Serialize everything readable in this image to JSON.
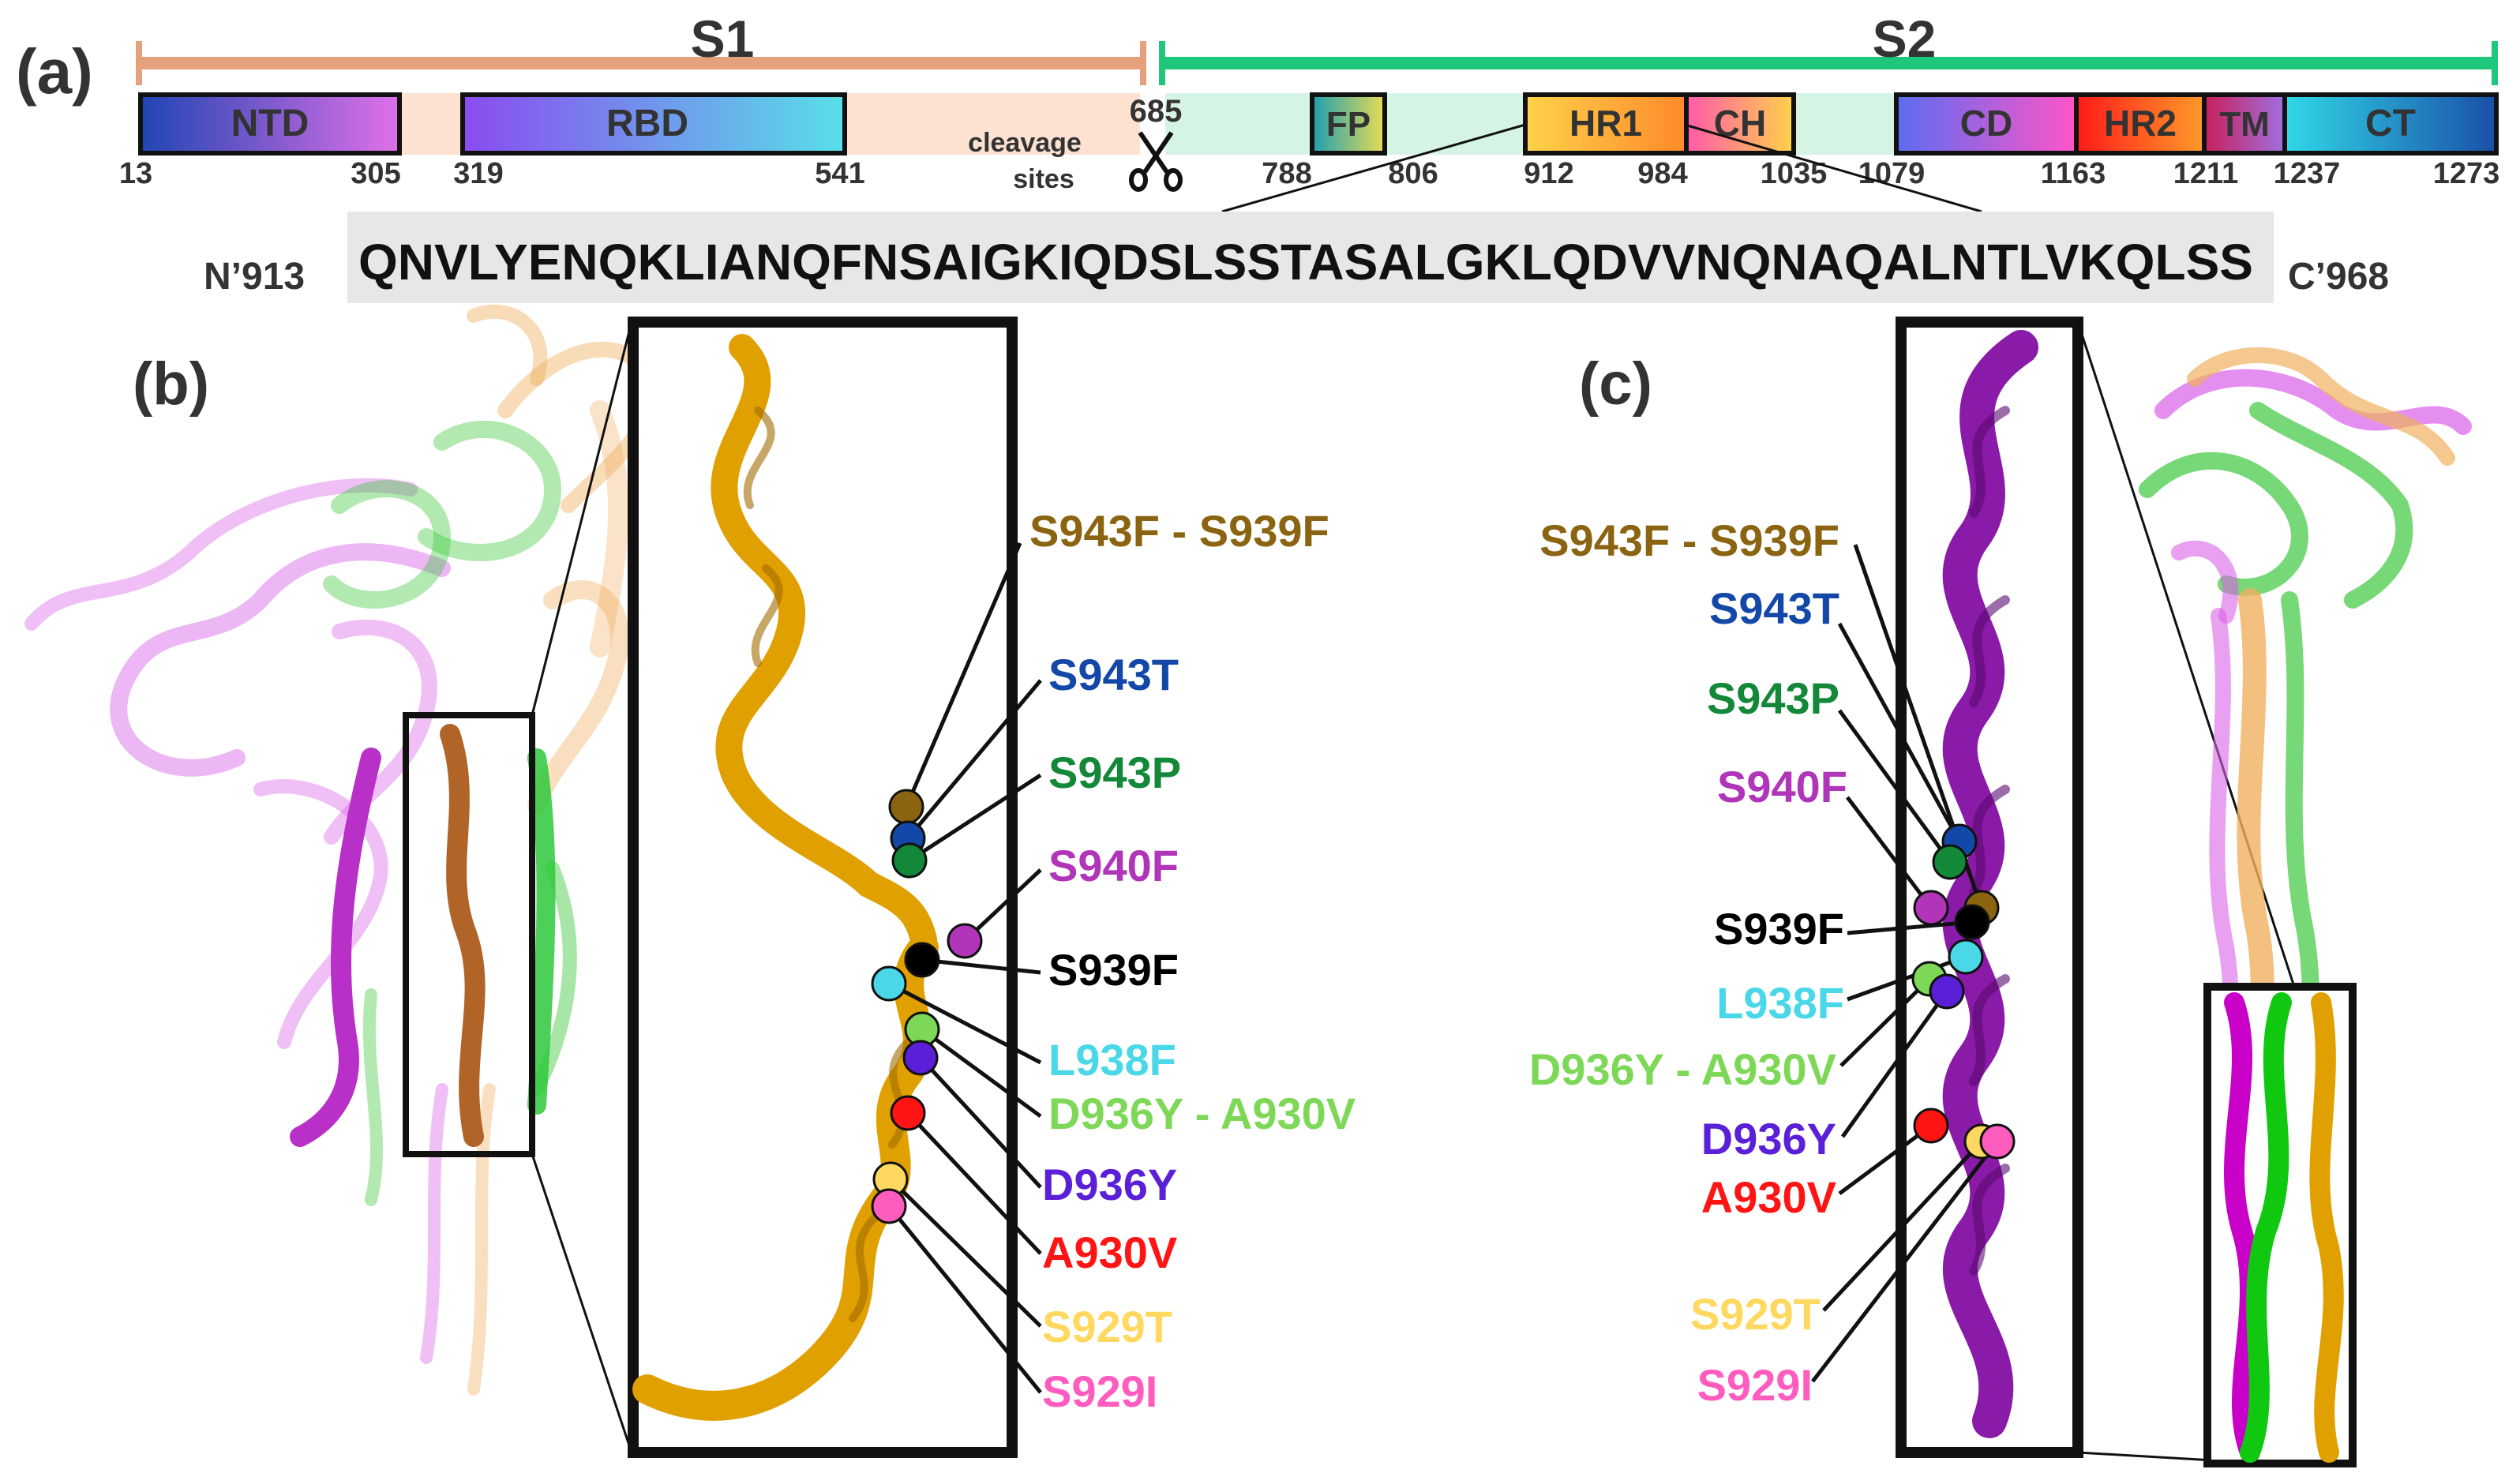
{
  "panels": {
    "a": "(a)",
    "b": "(b)",
    "c": "(c)"
  },
  "subunits": {
    "s1": "S1",
    "s2": "S2"
  },
  "domains": [
    {
      "id": "ntd",
      "label": "NTD",
      "start": "13",
      "end": "305",
      "c1": "#2045b4",
      "c2": "#e070e8"
    },
    {
      "id": "rbd",
      "label": "RBD",
      "start": "319",
      "end": "541",
      "c1": "#8a4bf0",
      "c2": "#58e0e8"
    },
    {
      "id": "fp",
      "label": "FP",
      "start": "788",
      "end": "806",
      "c1": "#1e9fb0",
      "c2": "#e8dc55"
    },
    {
      "id": "hr1",
      "label": "HR1",
      "start": "912",
      "end": "984",
      "c1": "#ffd24a",
      "c2": "#ff8a2a"
    },
    {
      "id": "ch",
      "label": "CH",
      "start": "",
      "end": "1035",
      "c1": "#ff5aa8",
      "c2": "#ffd24a"
    },
    {
      "id": "cd",
      "label": "CD",
      "start": "1079",
      "end": "1163",
      "c1": "#5b6df0",
      "c2": "#ff55c8"
    },
    {
      "id": "hr2",
      "label": "HR2",
      "start": "",
      "end": "1211",
      "c1": "#ff1a1a",
      "c2": "#ff9a2a"
    },
    {
      "id": "tm",
      "label": "TM",
      "start": "",
      "end": "1237",
      "c1": "#c8205a",
      "c2": "#a070e0"
    },
    {
      "id": "ct",
      "label": "CT",
      "start": "",
      "end": "1273",
      "c1": "#30d8e8",
      "c2": "#1a4fa8"
    }
  ],
  "cleavage": {
    "position": "685",
    "label_line1": "cleavage",
    "label_line2": "sites"
  },
  "sequence": {
    "n_term": "N’913",
    "c_term": "C’968",
    "residues": "QNVLYENQKLIANQFNSAIGKIQDSLSSTASALGKLQDVVNQNAQALNTLVKQLSS"
  },
  "mutations_b": [
    {
      "id": "m1",
      "label": "S943F - S939F",
      "color": "#8a6410"
    },
    {
      "id": "m2",
      "label": "S943T",
      "color": "#1448a8"
    },
    {
      "id": "m3",
      "label": "S943P",
      "color": "#138838"
    },
    {
      "id": "m4",
      "label": "S940F",
      "color": "#b035b8"
    },
    {
      "id": "m5",
      "label": "S939F",
      "color": "#000000"
    },
    {
      "id": "m6",
      "label": "L938F",
      "color": "#4ad8e8"
    },
    {
      "id": "m7",
      "label": "D936Y - A930V",
      "color": "#7ed858"
    },
    {
      "id": "m8",
      "label": "D936Y",
      "color": "#5a20d8"
    },
    {
      "id": "m9",
      "label": "A930V",
      "color": "#ff1414"
    },
    {
      "id": "m10",
      "label": "S929T",
      "color": "#ffd860"
    },
    {
      "id": "m11",
      "label": "S929I",
      "color": "#ff5cc0"
    }
  ],
  "mutations_c": [
    {
      "id": "m1",
      "label": "S943F - S939F",
      "color": "#8a6410"
    },
    {
      "id": "m2",
      "label": "S943T",
      "color": "#1448a8"
    },
    {
      "id": "m3",
      "label": "S943P",
      "color": "#138838"
    },
    {
      "id": "m4",
      "label": "S940F",
      "color": "#b035b8"
    },
    {
      "id": "m5",
      "label": "S939F",
      "color": "#000000"
    },
    {
      "id": "m6",
      "label": "L938F",
      "color": "#4ad8e8"
    },
    {
      "id": "m7",
      "label": "D936Y - A930V",
      "color": "#7ed858"
    },
    {
      "id": "m8",
      "label": "D936Y",
      "color": "#5a20d8"
    },
    {
      "id": "m9",
      "label": "A930V",
      "color": "#ff1414"
    },
    {
      "id": "m10",
      "label": "S929T",
      "color": "#ffd860"
    },
    {
      "id": "m11",
      "label": "S929I",
      "color": "#ff5cc0"
    }
  ],
  "colors": {
    "s1_bar": "#e5a07c",
    "s1_bg": "#fde1d1",
    "s2_bar": "#1fc77a",
    "s2_bg": "#d6f4e4",
    "helix_gold": "#e0a000",
    "helix_purple": "#8a1aa8",
    "green_chain": "#3cc83c",
    "orange_chain": "#f0b060",
    "violet_chain": "#d860e8"
  }
}
